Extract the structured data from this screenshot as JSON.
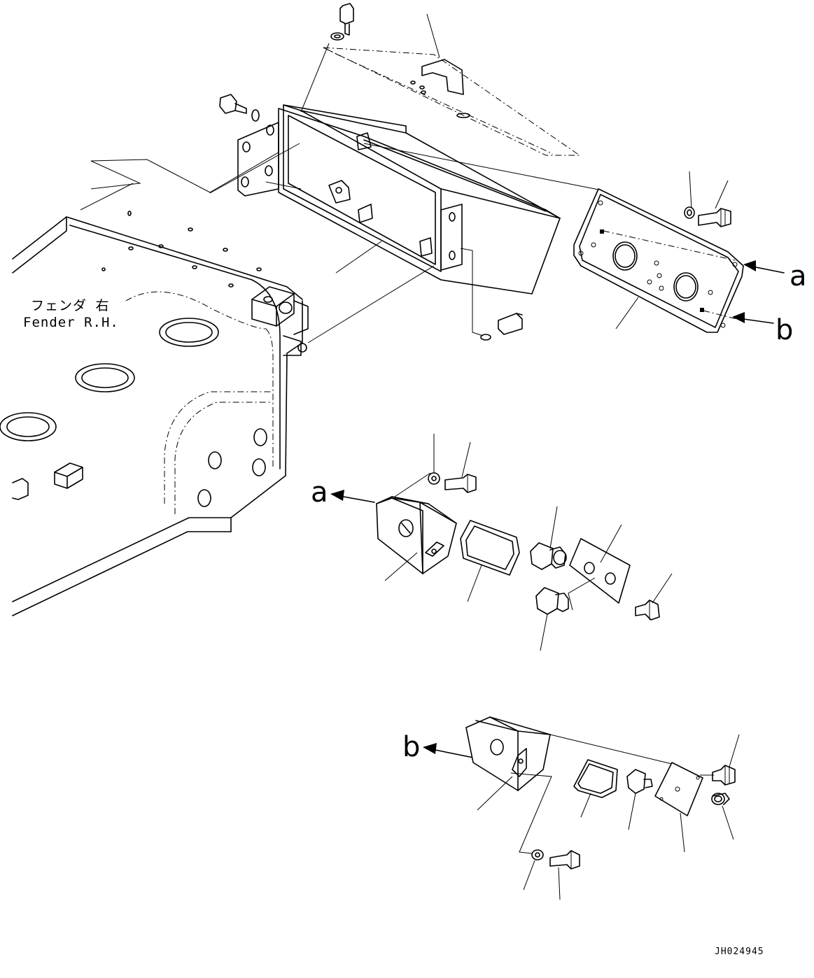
{
  "diagram": {
    "fender_label_jp": "フェンダ 右",
    "fender_label_en": "Fender R.H.",
    "ref_a_top": "a",
    "ref_b_top": "b",
    "ref_a_detail": "a",
    "ref_b_detail": "b",
    "drawing_code": "JH024945"
  }
}
